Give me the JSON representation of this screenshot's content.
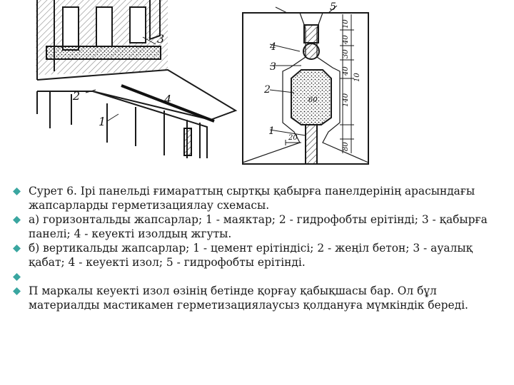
{
  "figure": {
    "left_callouts": [
      "3",
      "2",
      "4",
      "1"
    ],
    "right_callouts": [
      "5",
      "4",
      "3",
      "2",
      "1"
    ],
    "dimensions": [
      "10",
      "40",
      "30",
      "40",
      "10",
      "140",
      "60",
      "20",
      "80"
    ]
  },
  "bullet_color": "#3aa6a0",
  "bullets": [
    "Сурет 6. Ірі панельді ғимараттың сыртқы қабырға панелдерінің арасындағы  жапсарларды герметизациялау схемасы.",
    "а) горизонтальды жапсарлар; 1 - маяктар; 2 - гидрофобты ерітінді; 3 - қабырға панелі; 4 - кеуекті изолдың жгуты.",
    "б) вертикальды жапсарлар; 1 - цемент ерітіндісі; 2 - жеңіл бетон; 3 - ауалық қабат; 4 - кеуекті изол; 5 - гидрофобты ерітінді.",
    "",
    "П маркалы кеуекті изол өзінің бетінде қорғау қабықшасы бар. Ол бұл материалды мастикамен герметизациялаусыз қолдануға мүмкіндік береді."
  ]
}
